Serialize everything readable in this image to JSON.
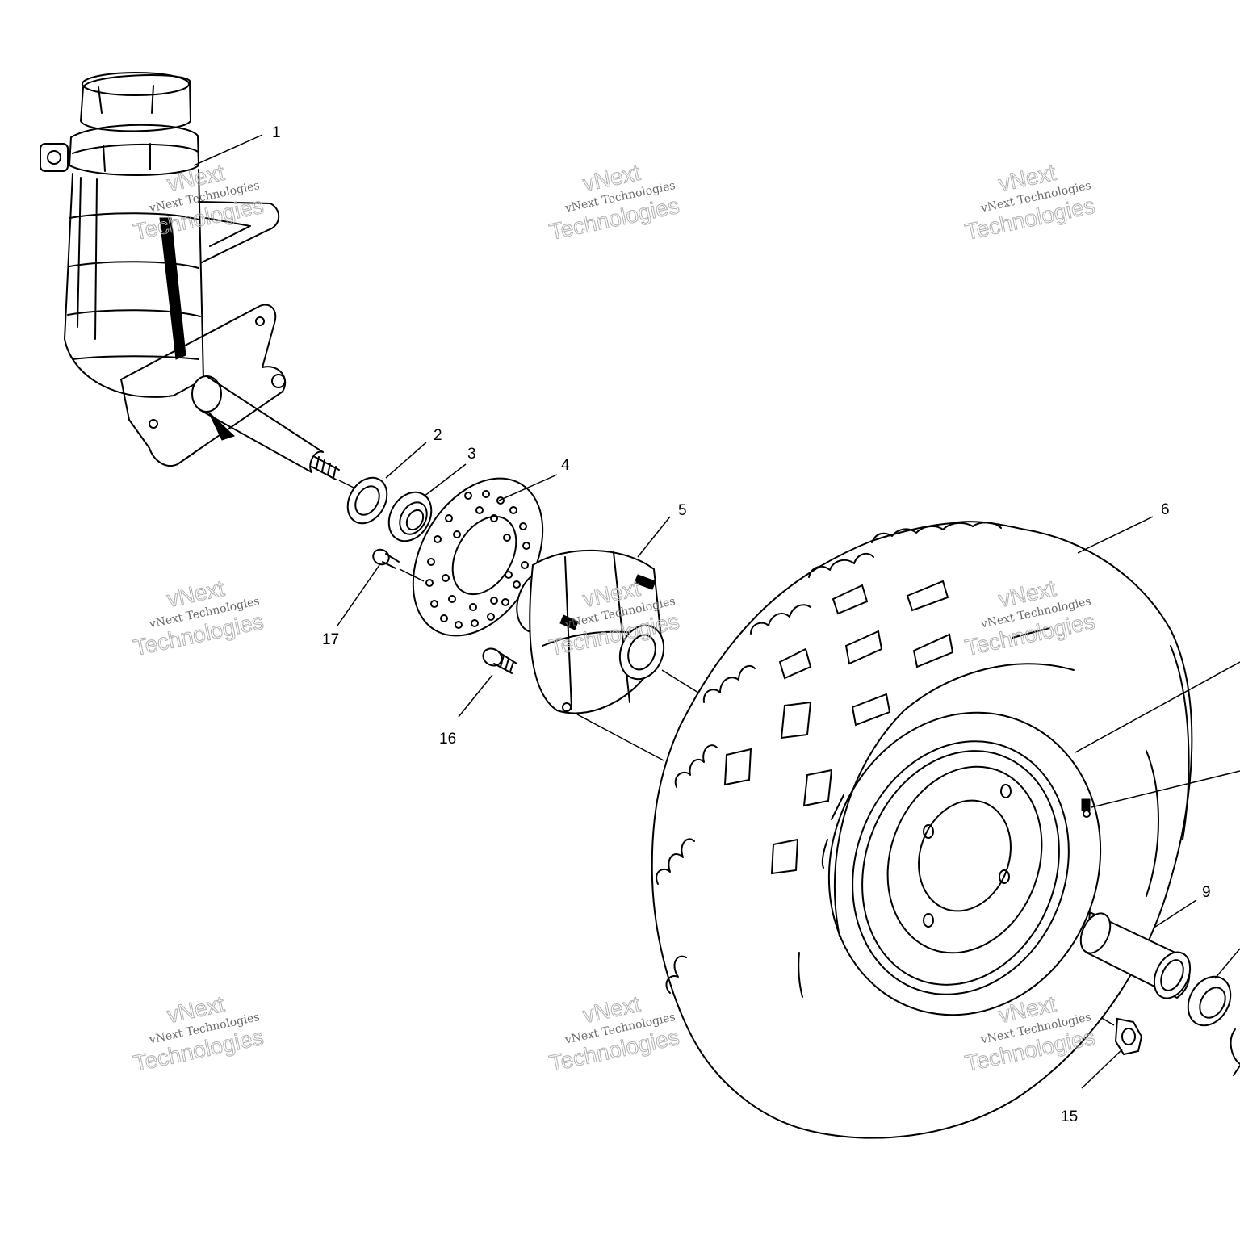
{
  "callouts": {
    "c1": "1",
    "c2": "2",
    "c3": "3",
    "c4": "4",
    "c5": "5",
    "c6": "6",
    "c9": "9",
    "c15": "15",
    "c16": "16",
    "c17": "17"
  },
  "watermark": {
    "line1": "vNext",
    "line2": "vNext Technologies",
    "line3": "Technologies"
  }
}
